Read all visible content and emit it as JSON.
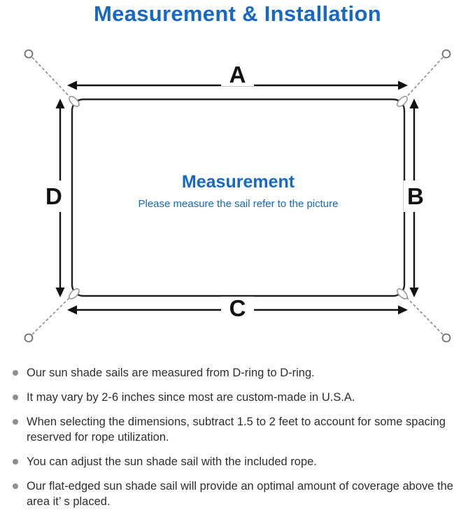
{
  "page": {
    "title": "Measurement & Installation"
  },
  "diagram": {
    "labels": {
      "top": "A",
      "right": "B",
      "bottom": "C",
      "left": "D"
    },
    "center": {
      "title": "Measurement",
      "subtitle": "Please measure the sail refer to the picture"
    },
    "colors": {
      "accent_blue": "#1568c4",
      "outline_black": "#222222",
      "hardware_gray": "#8a8a8a",
      "bullet_gray": "#8e8e8e",
      "body_text": "#2e2e2e",
      "background": "#ffffff"
    }
  },
  "notes": {
    "items": [
      "Our sun shade sails are measured from D-ring to D-ring.",
      "It may vary by 2-6 inches since most are custom-made in U.S.A.",
      "When selecting the dimensions, subtract 1.5 to 2 feet to account for some spacing reserved for rope utilization.",
      "You can adjust the sun shade sail with the included rope.",
      "Our flat-edged sun shade sail will provide an optimal amount of coverage above the area it’ s placed."
    ]
  }
}
